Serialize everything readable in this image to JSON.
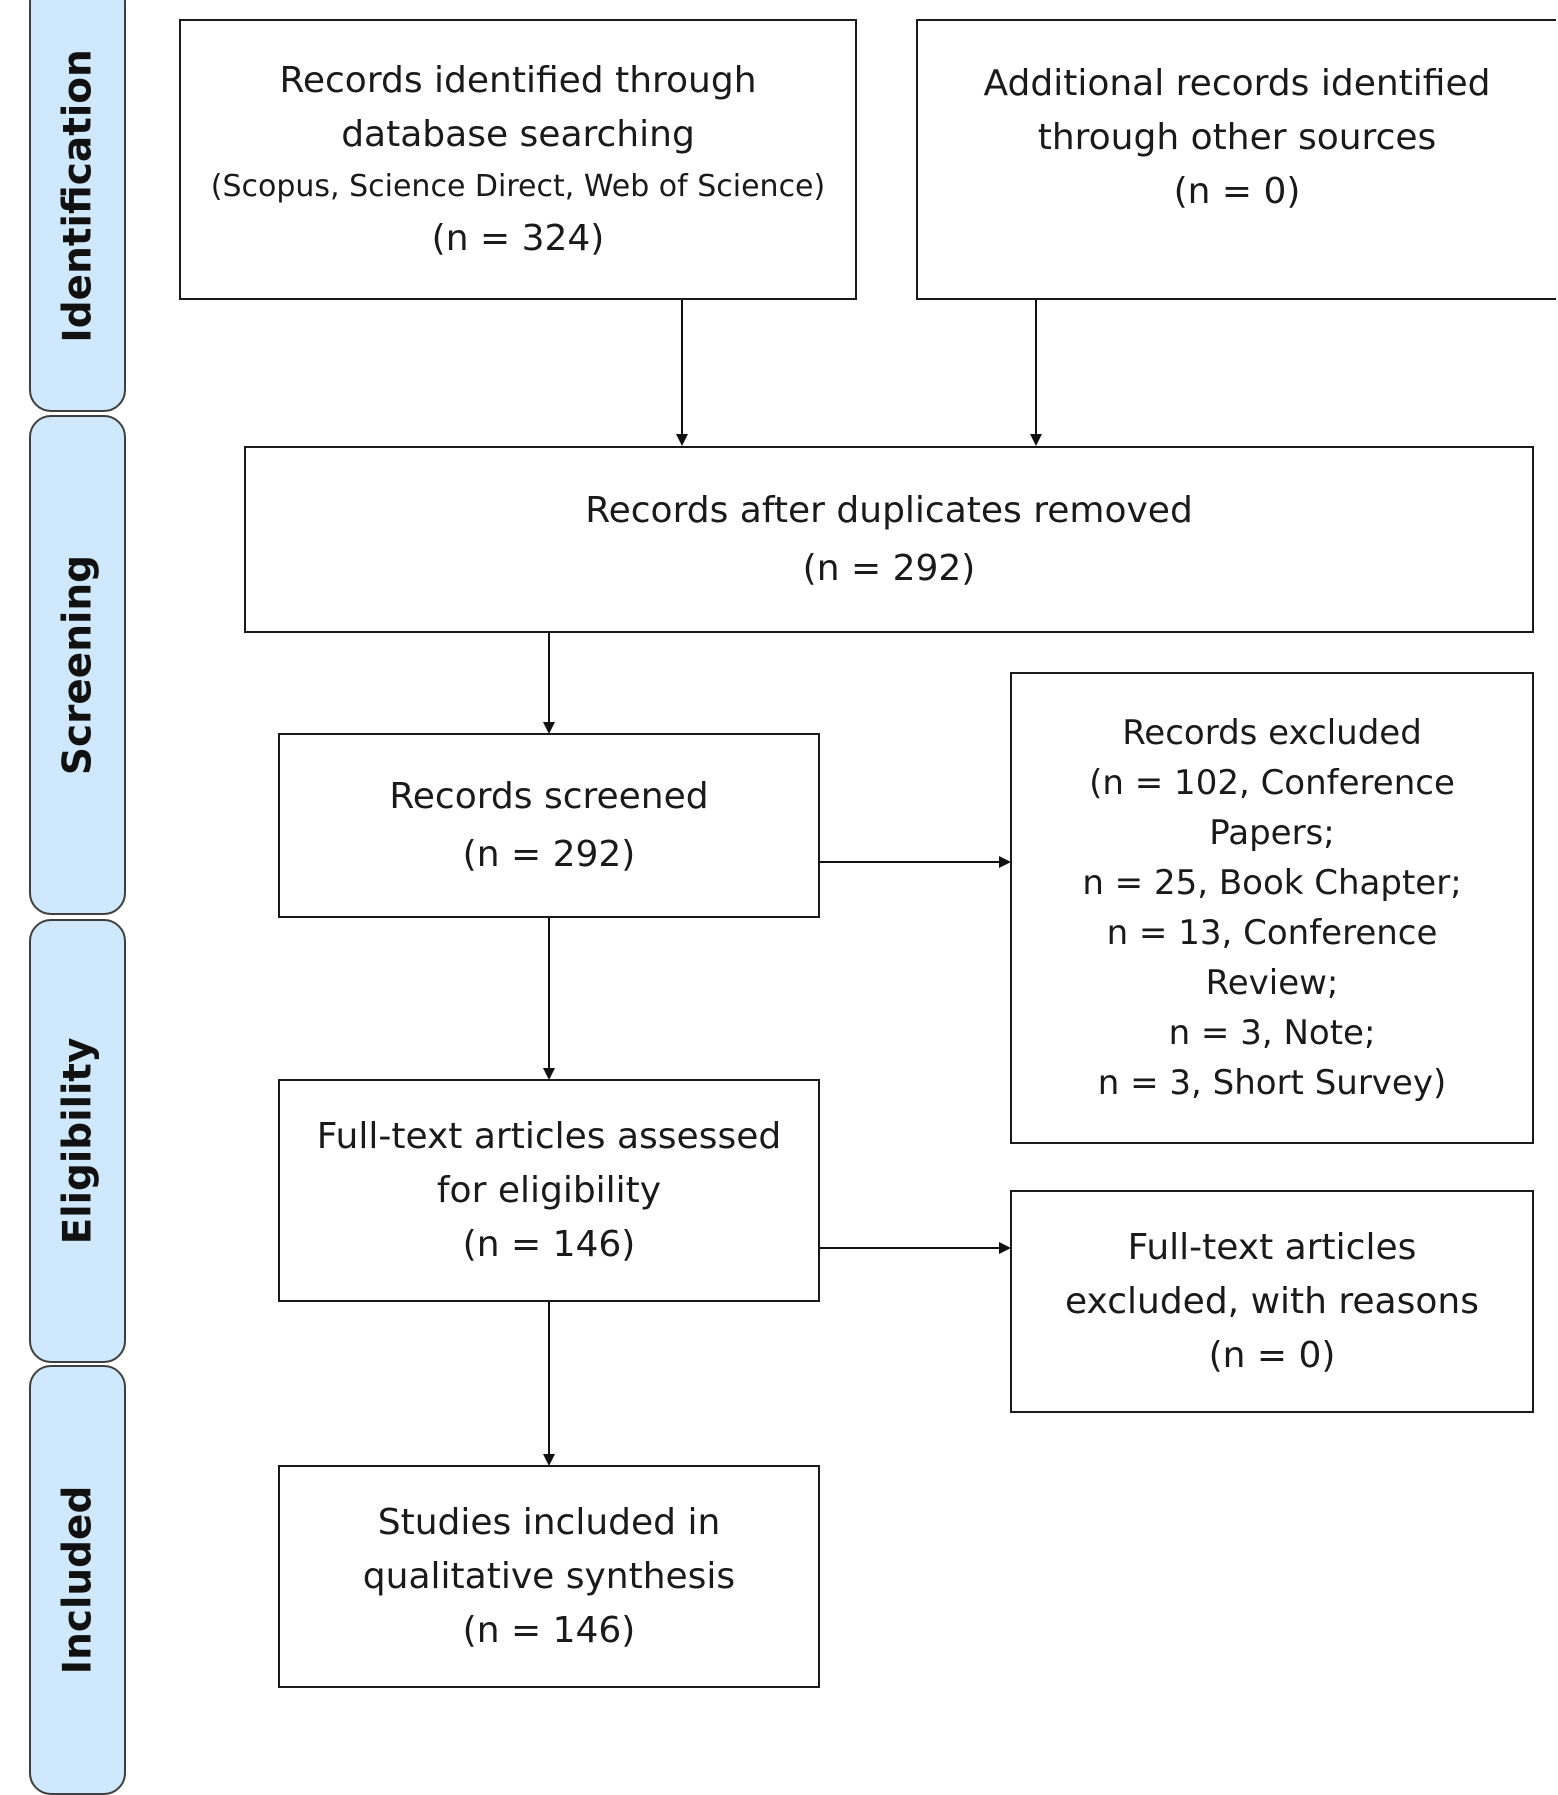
{
  "phases": [
    {
      "label": "Identification"
    },
    {
      "label": "Screening"
    },
    {
      "label": "Eligibility"
    },
    {
      "label": "Included"
    }
  ],
  "boxes": {
    "database_records": {
      "lines": [
        "Records identified through",
        "database searching"
      ],
      "sources": "(Scopus, Science Direct, Web of Science)",
      "count": "(n = 324)"
    },
    "other_records": {
      "lines": [
        "Additional records identified",
        "through other sources",
        "(n = 0)"
      ]
    },
    "after_duplicates": {
      "lines": [
        "Records after duplicates removed",
        "(n = 292)"
      ]
    },
    "screened": {
      "lines": [
        "Records screened",
        "(n = 292)"
      ]
    },
    "excluded": {
      "lines": [
        "Records excluded",
        "(n = 102, Conference",
        "Papers;",
        "n = 25, Book Chapter;",
        "n = 13, Conference",
        "Review;",
        "n = 3, Note;",
        "n = 3, Short Survey)"
      ]
    },
    "full_text_assessed": {
      "lines": [
        "Full-text articles assessed",
        "for eligibility",
        "(n = 146)"
      ]
    },
    "full_text_excluded": {
      "lines": [
        "Full-text articles",
        "excluded, with reasons",
        "(n = 0)"
      ]
    },
    "included": {
      "lines": [
        "Studies included in",
        "qualitative synthesis",
        "(n = 146)"
      ]
    }
  }
}
